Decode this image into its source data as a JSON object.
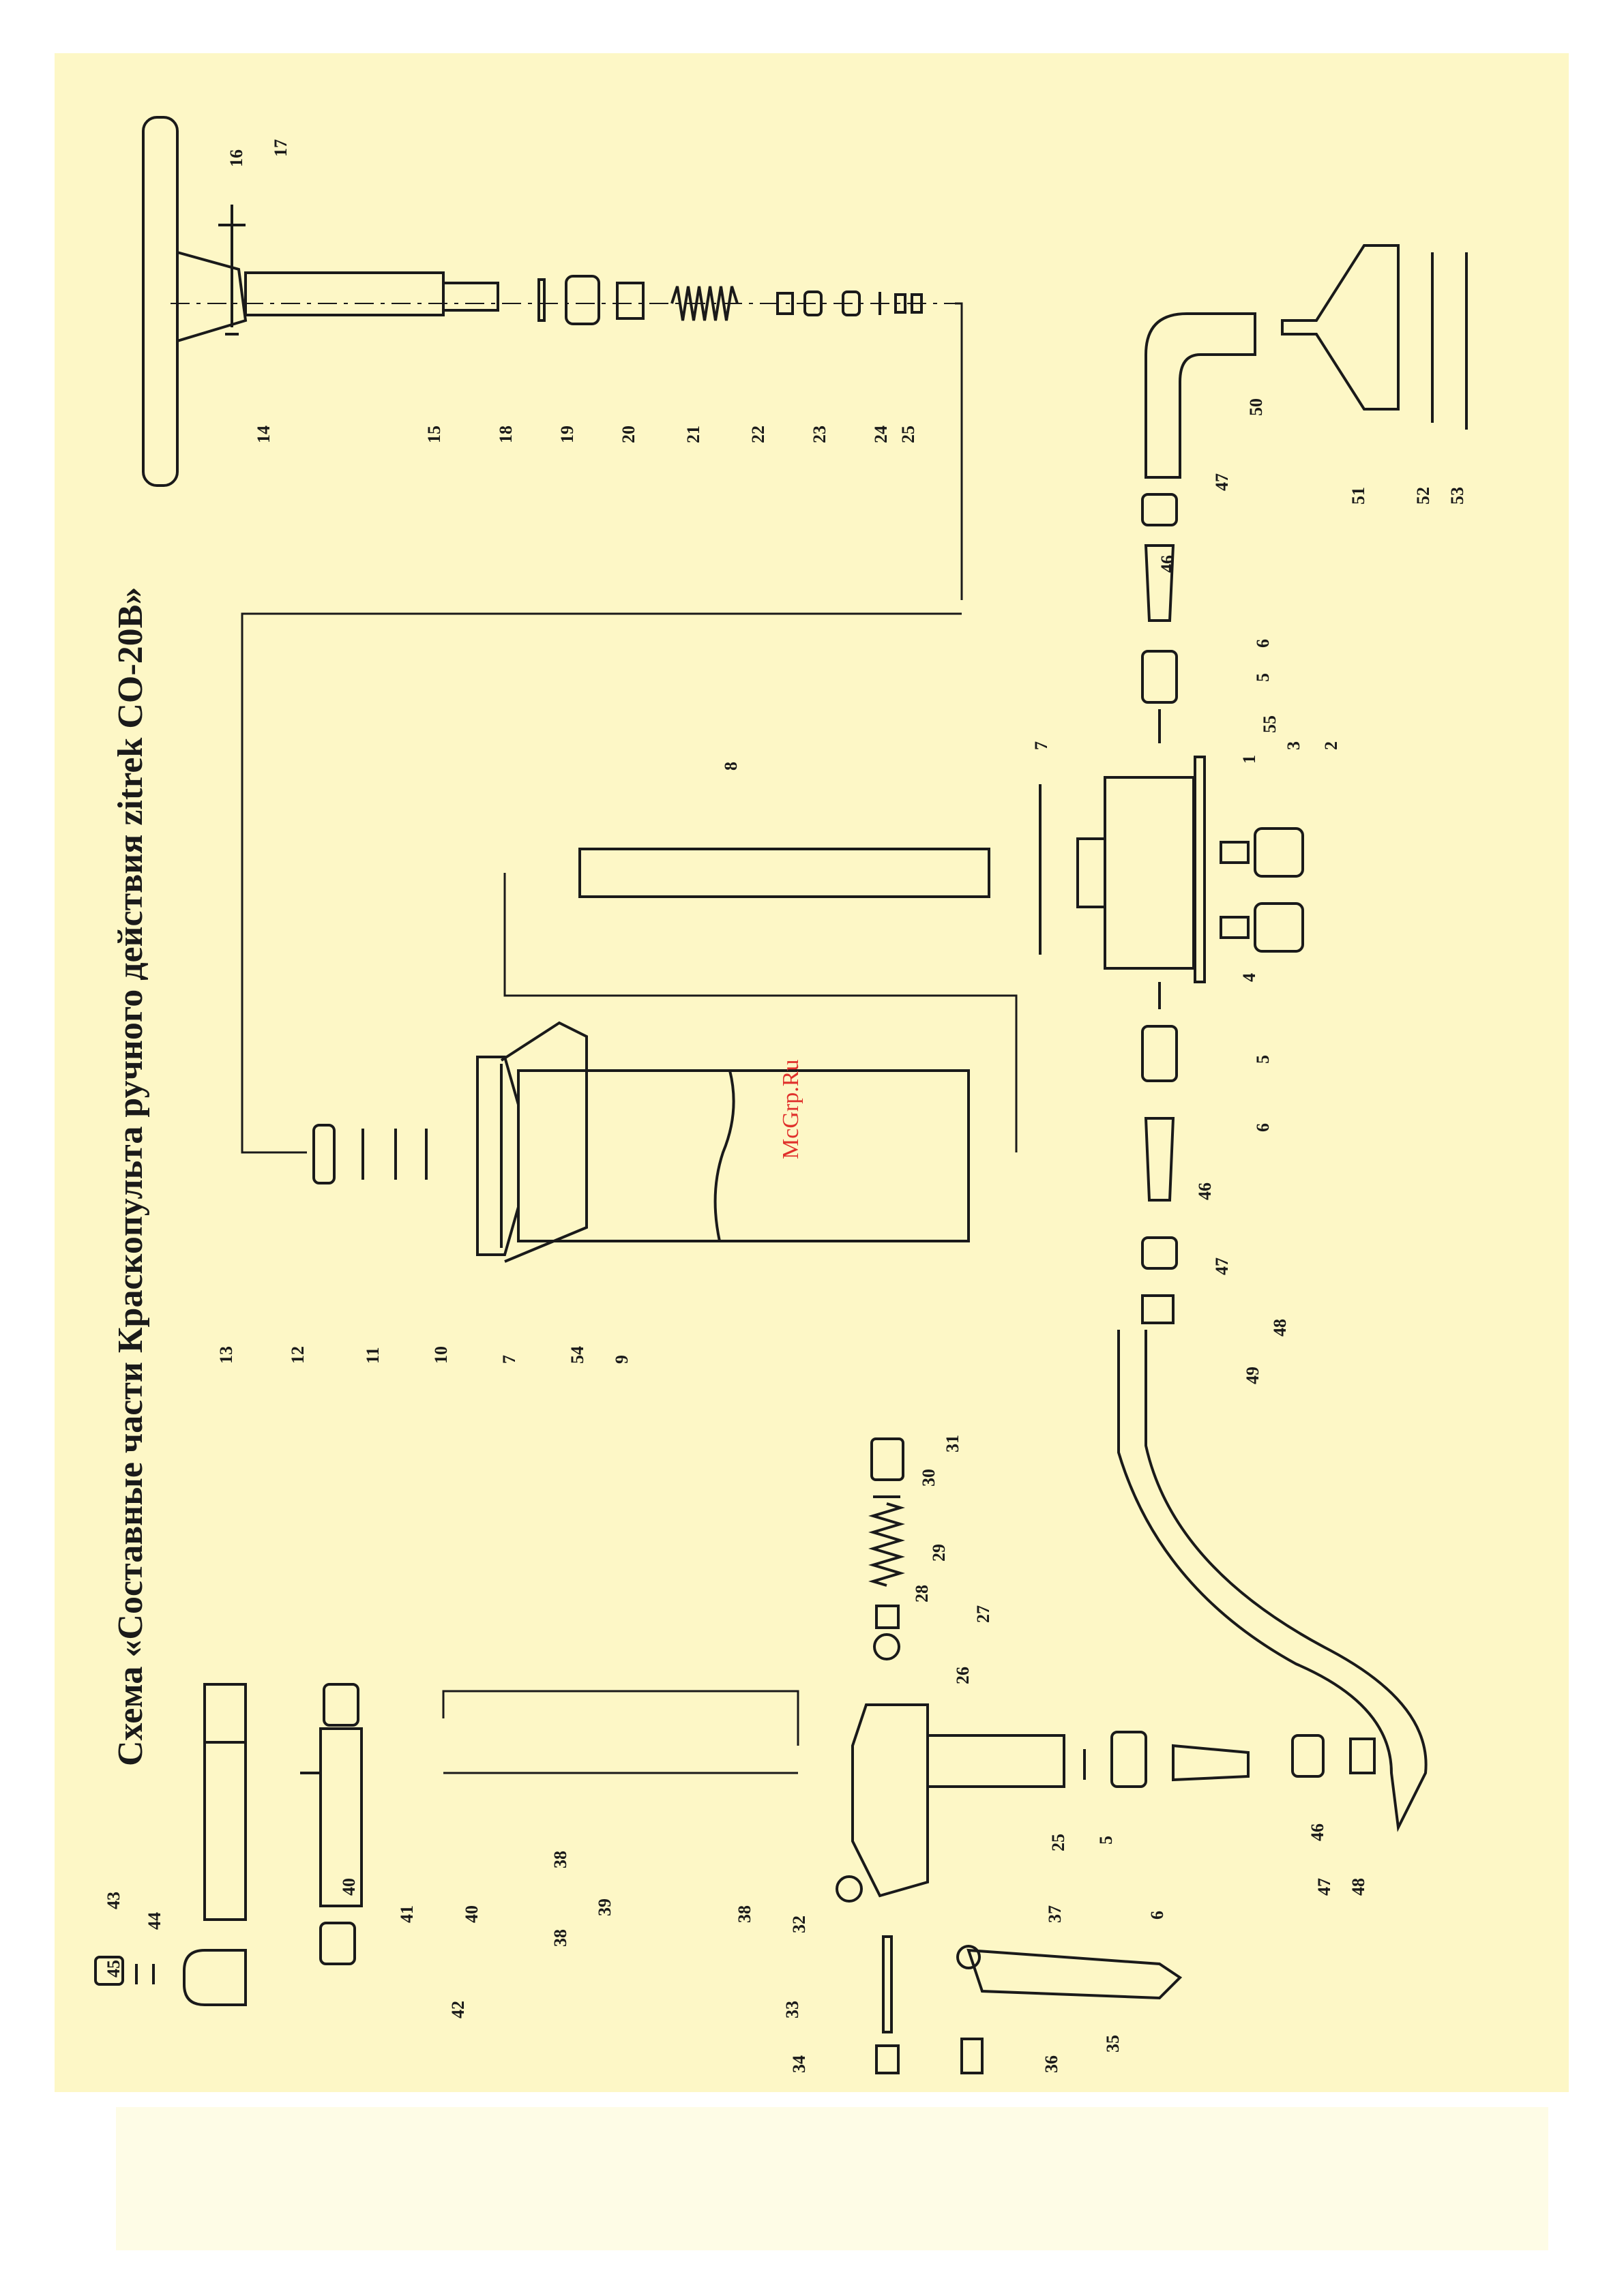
{
  "document": {
    "title": "Схема «Составные части Краскопульта ручного действия zitrek CO-20B»",
    "watermark": "McGrp.Ru",
    "colors": {
      "sheet": "#fdf7c6",
      "footer": "#fefce6",
      "ink": "#1a1a1a",
      "watermark": "#e0302c"
    }
  },
  "part_labels": [
    "1",
    "2",
    "3",
    "4",
    "5",
    "5",
    "5",
    "6",
    "6",
    "6",
    "7",
    "7",
    "8",
    "9",
    "10",
    "11",
    "12",
    "13",
    "14",
    "15",
    "16",
    "17",
    "18",
    "19",
    "20",
    "21",
    "22",
    "23",
    "24",
    "25",
    "25",
    "26",
    "27",
    "28",
    "29",
    "30",
    "31",
    "32",
    "33",
    "34",
    "35",
    "36",
    "37",
    "38",
    "38",
    "38",
    "39",
    "40",
    "40",
    "41",
    "42",
    "43",
    "44",
    "45",
    "46",
    "46",
    "46",
    "47",
    "47",
    "47",
    "48",
    "48",
    "49",
    "50",
    "51",
    "52",
    "53",
    "54",
    "55"
  ]
}
